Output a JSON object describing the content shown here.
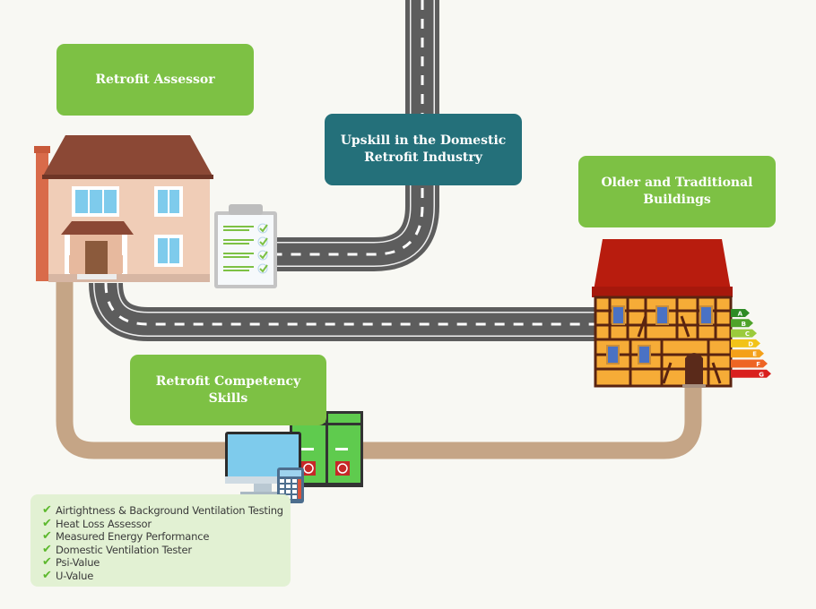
{
  "title_boxes": {
    "retrofit_assessor": "Retrofit Assessor",
    "upskill": "Upskill in the Domestic\nRetrofit Industry",
    "older_buildings": "Older and Traditional\nBuildings",
    "competency_skills": "Retrofit Competency\nSkills"
  },
  "skills_list": [
    "Airtightness & Background Ventilation Testing",
    "Heat Loss Assessor",
    "Measured Energy Performance",
    "Domestic Ventilation Tester",
    "Psi-Value",
    "U-Value"
  ],
  "energy_ratings": [
    "A",
    "B",
    "C",
    "D",
    "E",
    "F",
    "G"
  ],
  "energy_rating_colors": [
    "#2e8b25",
    "#4ea32a",
    "#9bcb3c",
    "#f2c318",
    "#f4a019",
    "#ee6524",
    "#d9201d"
  ],
  "colors": {
    "green_box": "#7dc144",
    "teal_box": "#24707a",
    "road": "#5d5d5d",
    "path": "#c5a586",
    "background": "#f8f8f3"
  }
}
